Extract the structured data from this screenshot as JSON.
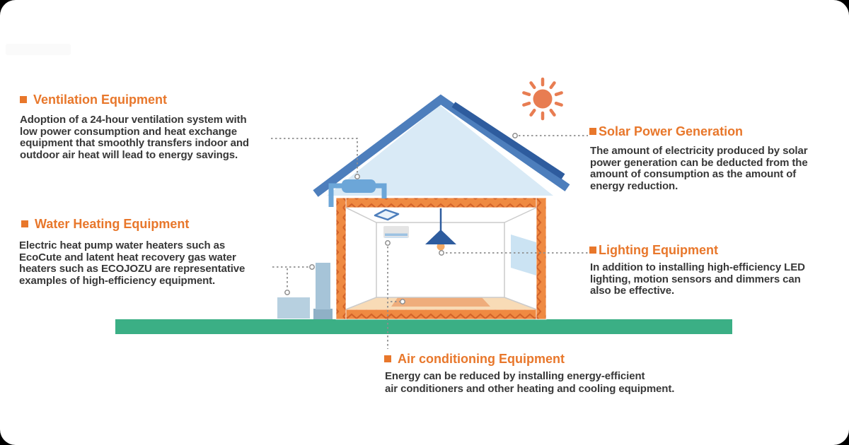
{
  "sections": {
    "ventilation": {
      "title": "Ventilation Equipment",
      "body": "Adoption of a 24-hour ventilation system with\nlow power consumption and heat exchange\nequipment that smoothly transfers indoor and\noutdoor air heat will lead to energy savings."
    },
    "water_heating": {
      "title": "Water Heating Equipment",
      "body": "Electric heat pump water heaters such as\nEcoCute and latent heat recovery gas water\nheaters such as ECOJOZU are representative\nexamples of high-efficiency equipment."
    },
    "solar": {
      "title": "Solar Power Generation",
      "body": "The amount of electricity produced by solar\npower generation can be deducted from the\namount of consumption as the amount of\nenergy reduction."
    },
    "lighting": {
      "title": "Lighting Equipment",
      "body": "In addition to installing high-efficiency LED\nlighting, motion sensors and dimmers can\nalso be effective."
    },
    "air_conditioning": {
      "title": "Air conditioning Equipment",
      "body": "Energy can be reduced by installing energy-efficient\nair conditioners and other heating and cooling equipment."
    }
  },
  "colors": {
    "heading_orange": "#E8772B",
    "body_text": "#383838",
    "dash_gray": "#8F8F8F",
    "roof_blue": "#4D7EBC",
    "solar_panel_navy": "#2E5C9E",
    "attic_fill": "#D9EAF6",
    "frame_orange": "#EF8A42",
    "frame_zigzag": "#D2622A",
    "vent_unit_blue": "#6CA6D8",
    "interior_line": "#CBCBCB",
    "floor_fill": "#F8DBB6",
    "rug_fill": "#EFAD7C",
    "window_fill": "#CBE3F3",
    "lamp_navy": "#2E5C9E",
    "bulb_orange": "#F5A963",
    "ac_body": "#E4E4E4",
    "ac_stripe": "#9CC2E2",
    "water_unit_light": "#B7D0E0",
    "water_tank": "#A6C4D8",
    "water_tank_base": "#8FB0C6",
    "ground_green": "#3BAF85",
    "sun_orange": "#E87D52"
  }
}
